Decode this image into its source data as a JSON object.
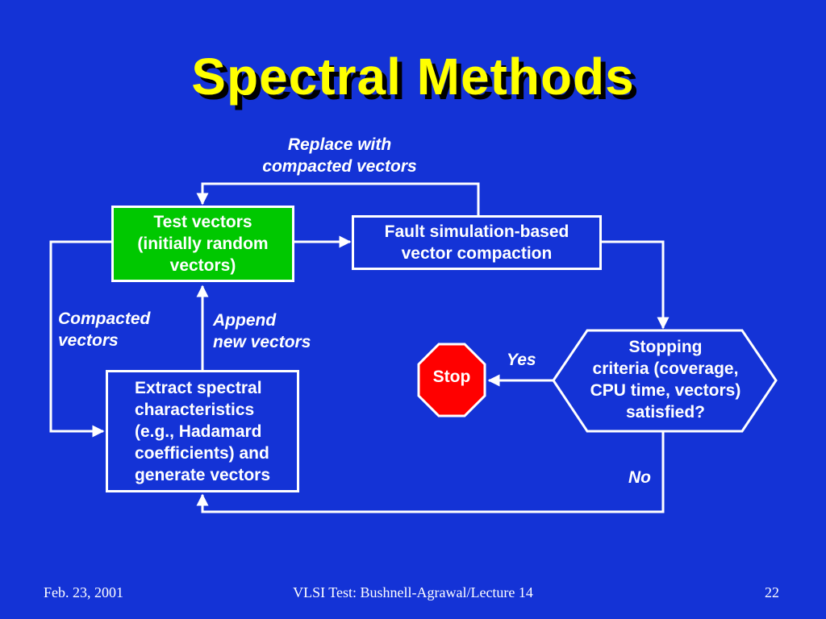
{
  "slide": {
    "title": "Spectral Methods",
    "colors": {
      "background": "#1433d6",
      "title": "#ffff00",
      "title_shadow": "#000000",
      "lines": "#ffffff",
      "green_box": "#00c800",
      "stop_sign": "#ff0000"
    }
  },
  "diagram": {
    "nodes": {
      "test_vectors": "Test vectors\n(initially random\nvectors)",
      "fault_simulation": "Fault simulation-based\nvector compaction",
      "stopping_criteria": "Stopping\ncriteria (coverage,\nCPU time, vectors)\nsatisfied?",
      "extract_spectral": "Extract spectral\ncharacteristics\n(e.g., Hadamard\ncoefficients) and\ngenerate vectors",
      "stop": "Stop"
    },
    "edge_labels": {
      "replace": "Replace with\ncompacted vectors",
      "compacted": "Compacted\nvectors",
      "append": "Append\nnew vectors",
      "yes": "Yes",
      "no": "No"
    }
  },
  "footer": {
    "date": "Feb. 23, 2001",
    "course": "VLSI Test: Bushnell-Agrawal/Lecture 14",
    "page": "22"
  }
}
